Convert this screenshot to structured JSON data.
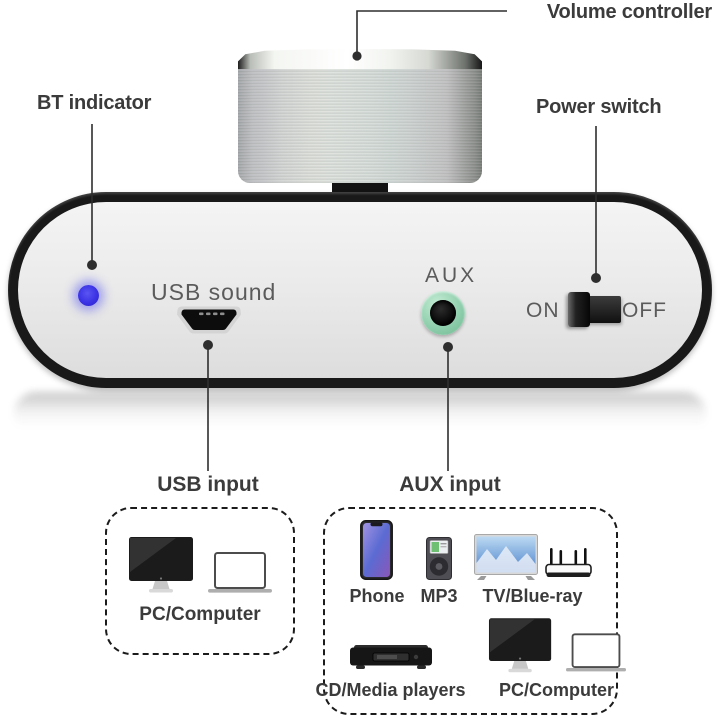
{
  "callouts": {
    "volume_controller": "Volume controller",
    "bt_indicator": "BT indicator",
    "power_switch": "Power switch"
  },
  "device_face": {
    "usb_port_label": "USB sound",
    "aux_port_label": "AUX",
    "power_on": "ON",
    "power_off": "OFF"
  },
  "usb_section": {
    "title": "USB input",
    "pc_label": "PC/Computer"
  },
  "aux_section": {
    "title": "AUX input",
    "phone_label": "Phone",
    "mp3_label": "MP3",
    "tv_label": "TV/Blue-ray",
    "cd_label": "CD/Media players",
    "pc_label": "PC/Computer"
  },
  "colors": {
    "led_blue": "#3a32e4",
    "aux_jack_green": "#90cfae",
    "callout_text": "#3b3b3b",
    "device_text": "#5b5b5b"
  }
}
